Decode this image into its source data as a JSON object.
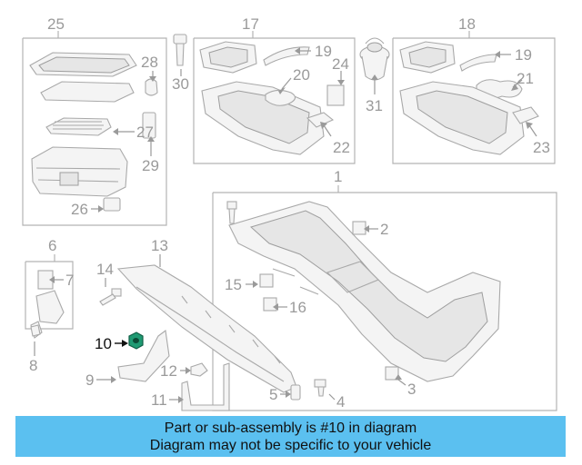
{
  "diagram": {
    "callouts": [
      "25",
      "28",
      "30",
      "17",
      "19",
      "24",
      "20",
      "18",
      "19",
      "21",
      "27",
      "29",
      "31",
      "22",
      "23",
      "26",
      "1",
      "2",
      "6",
      "13",
      "7",
      "14",
      "15",
      "16",
      "10",
      "9",
      "12",
      "11",
      "5",
      "4",
      "3",
      "8"
    ],
    "highlighted_callout": "10"
  },
  "banner": {
    "line1": "Part or sub-assembly is #10 in diagram",
    "line2": "Diagram may not be specific to your vehicle"
  },
  "colors": {
    "banner_background": "#5bc0f0",
    "highlighted_part": "#1f9a73",
    "linework": "#a9a9a9",
    "callout_text": "#9a9a9a"
  }
}
